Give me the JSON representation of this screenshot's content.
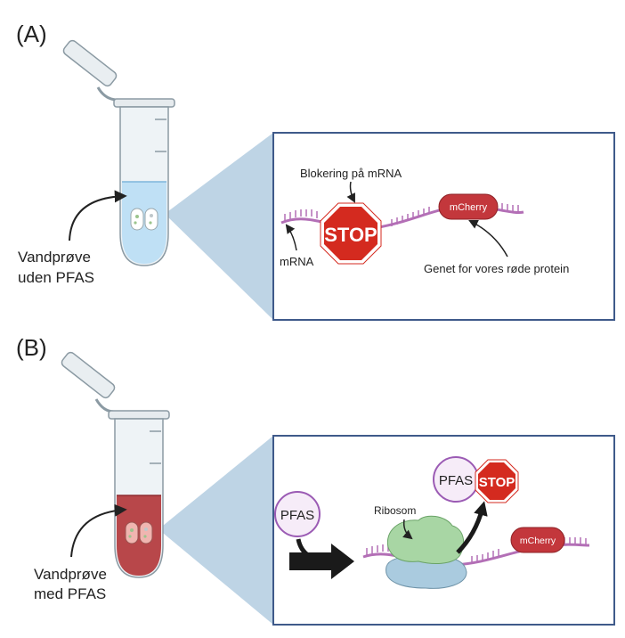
{
  "panel_a": {
    "label": "(A)",
    "sample_line1": "Vandprøve",
    "sample_line2": "uden PFAS",
    "blocking_label": "Blokering på mRNA",
    "stop_text": "STOP",
    "gene_text": "mCherry",
    "mrna_label": "mRNA",
    "gene_caption": "Genet for vores røde protein",
    "liquid_color": "#bfe0f5"
  },
  "panel_b": {
    "label": "(B)",
    "sample_line1": "Vandprøve",
    "sample_line2": "med PFAS",
    "pfas_text": "PFAS",
    "pfas_bound_text": "PFAS",
    "stop_text": "STOP",
    "ribosome_label": "Ribosom",
    "gene_text": "mCherry",
    "liquid_color": "#b8474a"
  },
  "colors": {
    "zoom_fill": "#b7cfe2",
    "box_border": "#3f5a8a",
    "mrna": "#b36fb6",
    "stop_red": "#d42a1f",
    "gene_red": "#c3373c",
    "pfas_border": "#9b5bb4",
    "pfas_fill": "#f6ecf8",
    "ribosome_green": "#a8d6a4",
    "ribosome_blue": "#aacbdf"
  }
}
